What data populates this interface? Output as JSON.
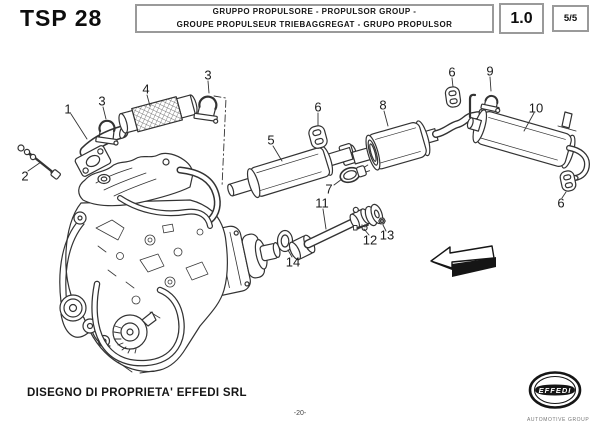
{
  "header": {
    "part_code": "TSP 28",
    "title_line1": "GRUPPO PROPULSORE - PROPULSOR GROUP -",
    "title_line2": "GROUPE PROPULSEUR TRIEBAGGREGAT - GRUPO PROPULSOR",
    "version": "1.0",
    "page_indicator": "5/5"
  },
  "diagram": {
    "callouts": {
      "1": "1",
      "2": "2",
      "3a": "3",
      "3b": "3",
      "4": "4",
      "5": "5",
      "6a": "6",
      "6b": "6",
      "6c": "6",
      "7": "7",
      "8": "8",
      "9": "9",
      "10": "10",
      "11": "11",
      "12": "12",
      "13": "13",
      "14": "14"
    }
  },
  "footer": {
    "property_note": "DISEGNO DI PROPRIETA' EFFEDI SRL",
    "page_number": "-20-",
    "logo_text": "EFFEDI",
    "logo_subtext": "AUTOMOTIVE GROUP"
  }
}
